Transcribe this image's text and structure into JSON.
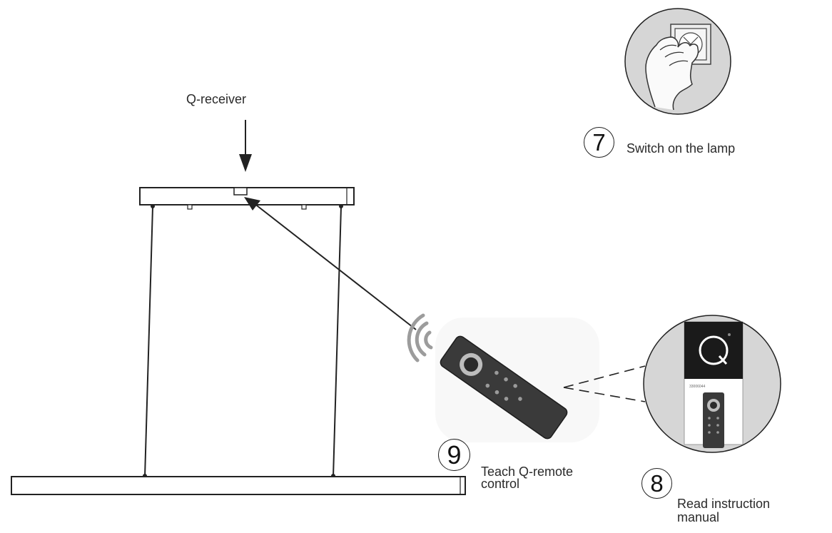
{
  "labels": {
    "receiver": "Q-receiver"
  },
  "steps": [
    {
      "number": "7",
      "text": "Switch on the lamp"
    },
    {
      "number": "8",
      "text_line1": "Read instruction",
      "text_line2": "manual"
    },
    {
      "number": "9",
      "text_line1": "Teach Q-remote",
      "text_line2": "control"
    }
  ],
  "manual": {
    "logo_letter": "Q",
    "code": "33006044"
  },
  "colors": {
    "line": "#222222",
    "circle_bg": "#d6d6d6",
    "remote_body": "#3a3a3a",
    "manual_dark": "#1a1a1a"
  },
  "icons": [
    "hand-icon",
    "wall-switch-icon",
    "signal-waves-icon",
    "remote-control-icon",
    "q-logo-icon"
  ]
}
